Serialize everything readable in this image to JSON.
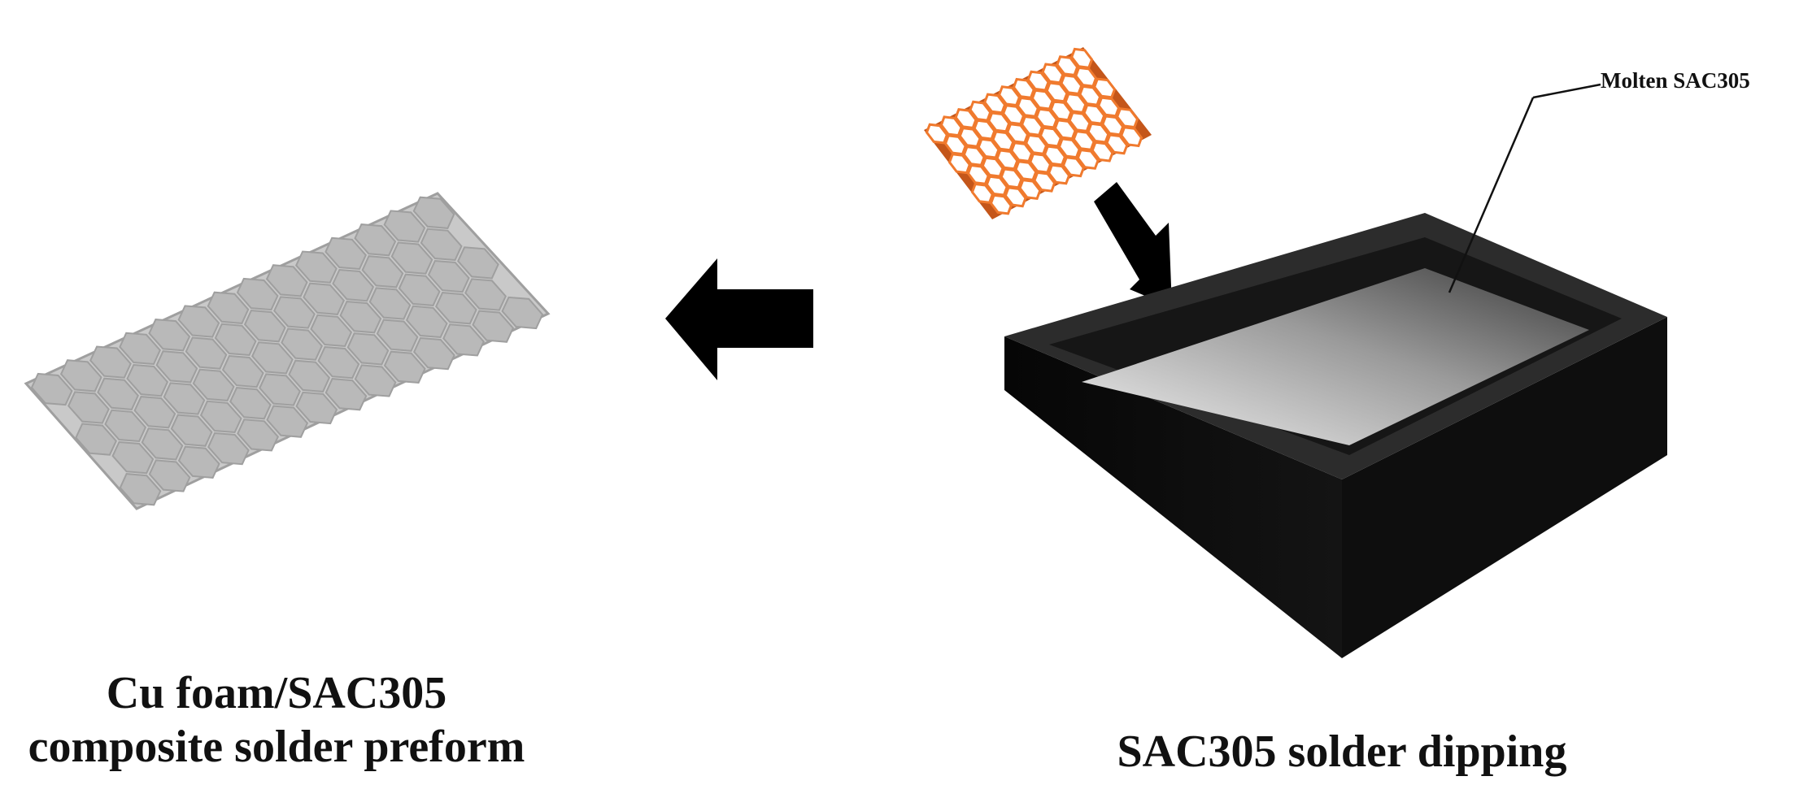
{
  "labels": {
    "molten": "Molten SAC305",
    "left_caption_line1": "Cu foam/SAC305",
    "left_caption_line2": "composite solder preform",
    "right_caption": "SAC305 solder dipping"
  },
  "colors": {
    "cu_foam": "#f07a2e",
    "cu_foam_dark": "#c4561a",
    "preform": "#c9c9c9",
    "preform_cell": "#b9b9b9",
    "preform_edge": "#9f9f9f",
    "bath_body": "#0e0e0e",
    "bath_rim": "#2c2c2c",
    "molten_light": "#f2f2f2",
    "molten_dark": "#3a3a3a",
    "arrow": "#000000"
  },
  "icons": {
    "cu_foam": "hexagonal-mesh-foam",
    "preform": "hexagonal-mesh-preform",
    "bath": "open-box-tank",
    "dip_arrow": "arrow-down-right",
    "result_arrow": "arrow-left"
  }
}
